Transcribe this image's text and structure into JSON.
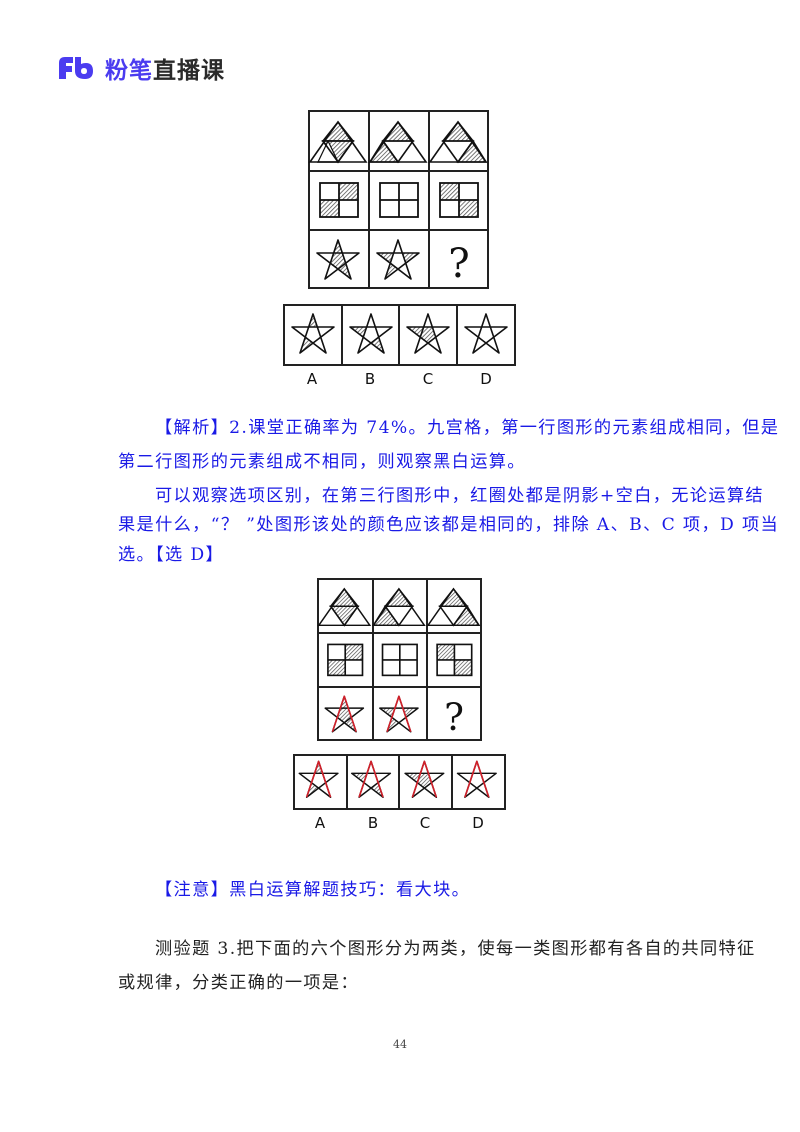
{
  "header": {
    "logo_mark": "Fb",
    "brand_blue": "粉笔",
    "brand_black": "直播课",
    "brand_color": "#4b3cf0"
  },
  "question_figure": {
    "grid": {
      "rows": [
        {
          "shape": "triangle-subdivided",
          "cells": [
            "top+center shaded",
            "top+bottom-left shaded",
            "top+bottom-right shaded"
          ]
        },
        {
          "shape": "square-quartered",
          "cells": [
            "top-right+bottom-left shaded",
            "none shaded",
            "top-left+bottom-right shaded"
          ]
        },
        {
          "shape": "pentagram",
          "cells": [
            "top point+center-bottom shaded",
            "left arm+right arm+bottom-left shaded",
            "?"
          ]
        }
      ],
      "unknown_mark": "?"
    },
    "options": [
      {
        "label": "A",
        "description": "star with top point and lower-left shaded"
      },
      {
        "label": "B",
        "description": "star with left arm and lower-right shaded"
      },
      {
        "label": "C",
        "description": "star with left arm and center shaded"
      },
      {
        "label": "D",
        "description": "star with no shading"
      }
    ]
  },
  "analysis": {
    "lines": [
      "【解析】2.课堂正确率为 74%。九宫格，第一行图形的元素组成相同，但是",
      "第二行图形的元素组成不相同，则观察黑白运算。",
      "可以观察选项区别，在第三行图形中，红圈处都是阴影+空白，无论运算结",
      "果是什么，“？ ”处图形该处的颜色应该都是相同的，排除 A、B、C 项，D 项当",
      "选。【选 D】"
    ],
    "color": "#1a1ae6"
  },
  "annotated_figure": {
    "highlight_color": "#d0202a",
    "unknown_mark": "?",
    "options": [
      {
        "label": "A"
      },
      {
        "label": "B"
      },
      {
        "label": "C"
      },
      {
        "label": "D"
      }
    ]
  },
  "note": {
    "text": "【注意】黑白运算解题技巧：看大块。"
  },
  "quiz": {
    "lines": [
      "测验题 3.把下面的六个图形分为两类，使每一类图形都有各自的共同特征",
      "或规律，分类正确的一项是："
    ]
  },
  "footer": {
    "page_number": "44"
  }
}
